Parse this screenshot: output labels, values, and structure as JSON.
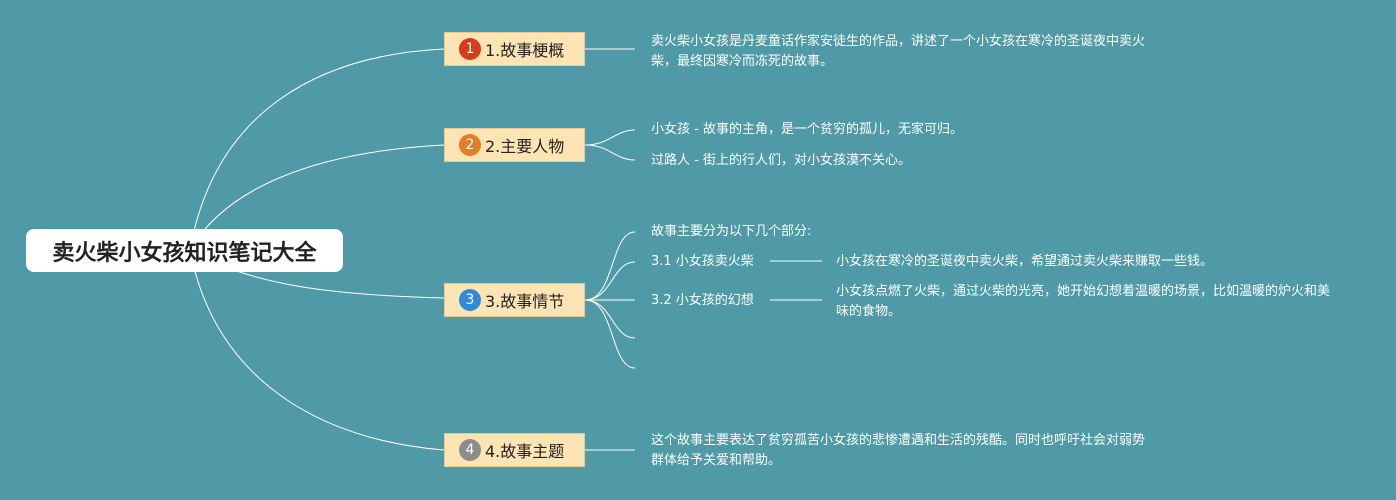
{
  "root": {
    "label": "卖火柴小女孩知识笔记大全"
  },
  "topics": [
    {
      "number": "1",
      "label": "1.故事梗概",
      "badge_color": "#d9391c",
      "details": [
        "卖火柴小女孩是丹麦童话作家安徒生的作品，讲述了一个小女孩在寒冷的圣诞夜中卖火柴，最终因寒冷而冻死的故事。"
      ]
    },
    {
      "number": "2",
      "label": "2.主要人物",
      "badge_color": "#e67d25",
      "details": [
        "小女孩 - 故事的主角，是一个贫穷的孤儿，无家可归。",
        "过路人 - 街上的行人们，对小女孩漠不关心。"
      ]
    },
    {
      "number": "3",
      "label": "3.故事情节",
      "badge_color": "#2f8bd9",
      "intro": "故事主要分为以下几个部分:",
      "parts": [
        {
          "label": "3.1 小女孩卖火柴",
          "text": "小女孩在寒冷的圣诞夜中卖火柴，希望通过卖火柴来赚取一些钱。"
        },
        {
          "label": "3.2 小女孩的幻想",
          "text": "小女孩点燃了火柴，通过火柴的光亮，她开始幻想着温暖的场景，比如温暖的炉火和美味的食物。"
        }
      ]
    },
    {
      "number": "4",
      "label": "4.故事主题",
      "badge_color": "#8c8c8c",
      "details": [
        "这个故事主要表达了贫穷孤苦小女孩的悲惨遭遇和生活的残酷。同时也呼吁社会对弱势群体给予关爱和帮助。"
      ]
    }
  ]
}
